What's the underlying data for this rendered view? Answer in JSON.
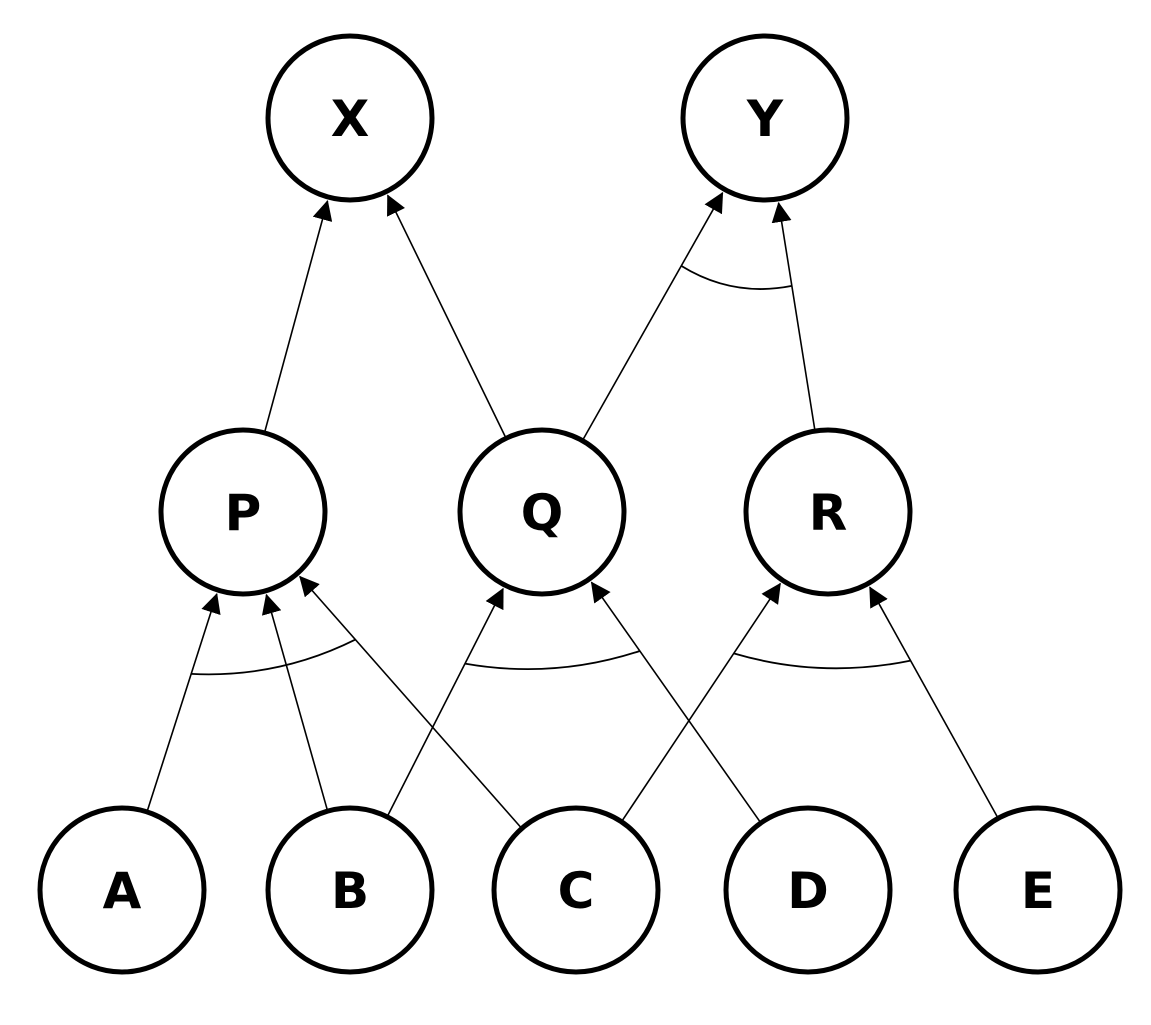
{
  "diagram": {
    "nodes": [
      {
        "id": "X",
        "label": "X"
      },
      {
        "id": "Y",
        "label": "Y"
      },
      {
        "id": "P",
        "label": "P"
      },
      {
        "id": "Q",
        "label": "Q"
      },
      {
        "id": "R",
        "label": "R"
      },
      {
        "id": "A",
        "label": "A"
      },
      {
        "id": "B",
        "label": "B"
      },
      {
        "id": "C",
        "label": "C"
      },
      {
        "id": "D",
        "label": "D"
      },
      {
        "id": "E",
        "label": "E"
      }
    ],
    "edges": [
      {
        "from": "P",
        "to": "X"
      },
      {
        "from": "Q",
        "to": "X"
      },
      {
        "from": "Q",
        "to": "Y"
      },
      {
        "from": "R",
        "to": "Y"
      },
      {
        "from": "A",
        "to": "P"
      },
      {
        "from": "B",
        "to": "P"
      },
      {
        "from": "C",
        "to": "P"
      },
      {
        "from": "B",
        "to": "Q"
      },
      {
        "from": "D",
        "to": "Q"
      },
      {
        "from": "C",
        "to": "R"
      },
      {
        "from": "E",
        "to": "R"
      }
    ],
    "and_groups": [
      {
        "target": "Y",
        "inputs": [
          "Q",
          "R"
        ]
      },
      {
        "target": "P",
        "inputs": [
          "A",
          "C"
        ]
      },
      {
        "target": "Q",
        "inputs": [
          "B",
          "D"
        ]
      },
      {
        "target": "R",
        "inputs": [
          "C",
          "E"
        ]
      }
    ]
  }
}
